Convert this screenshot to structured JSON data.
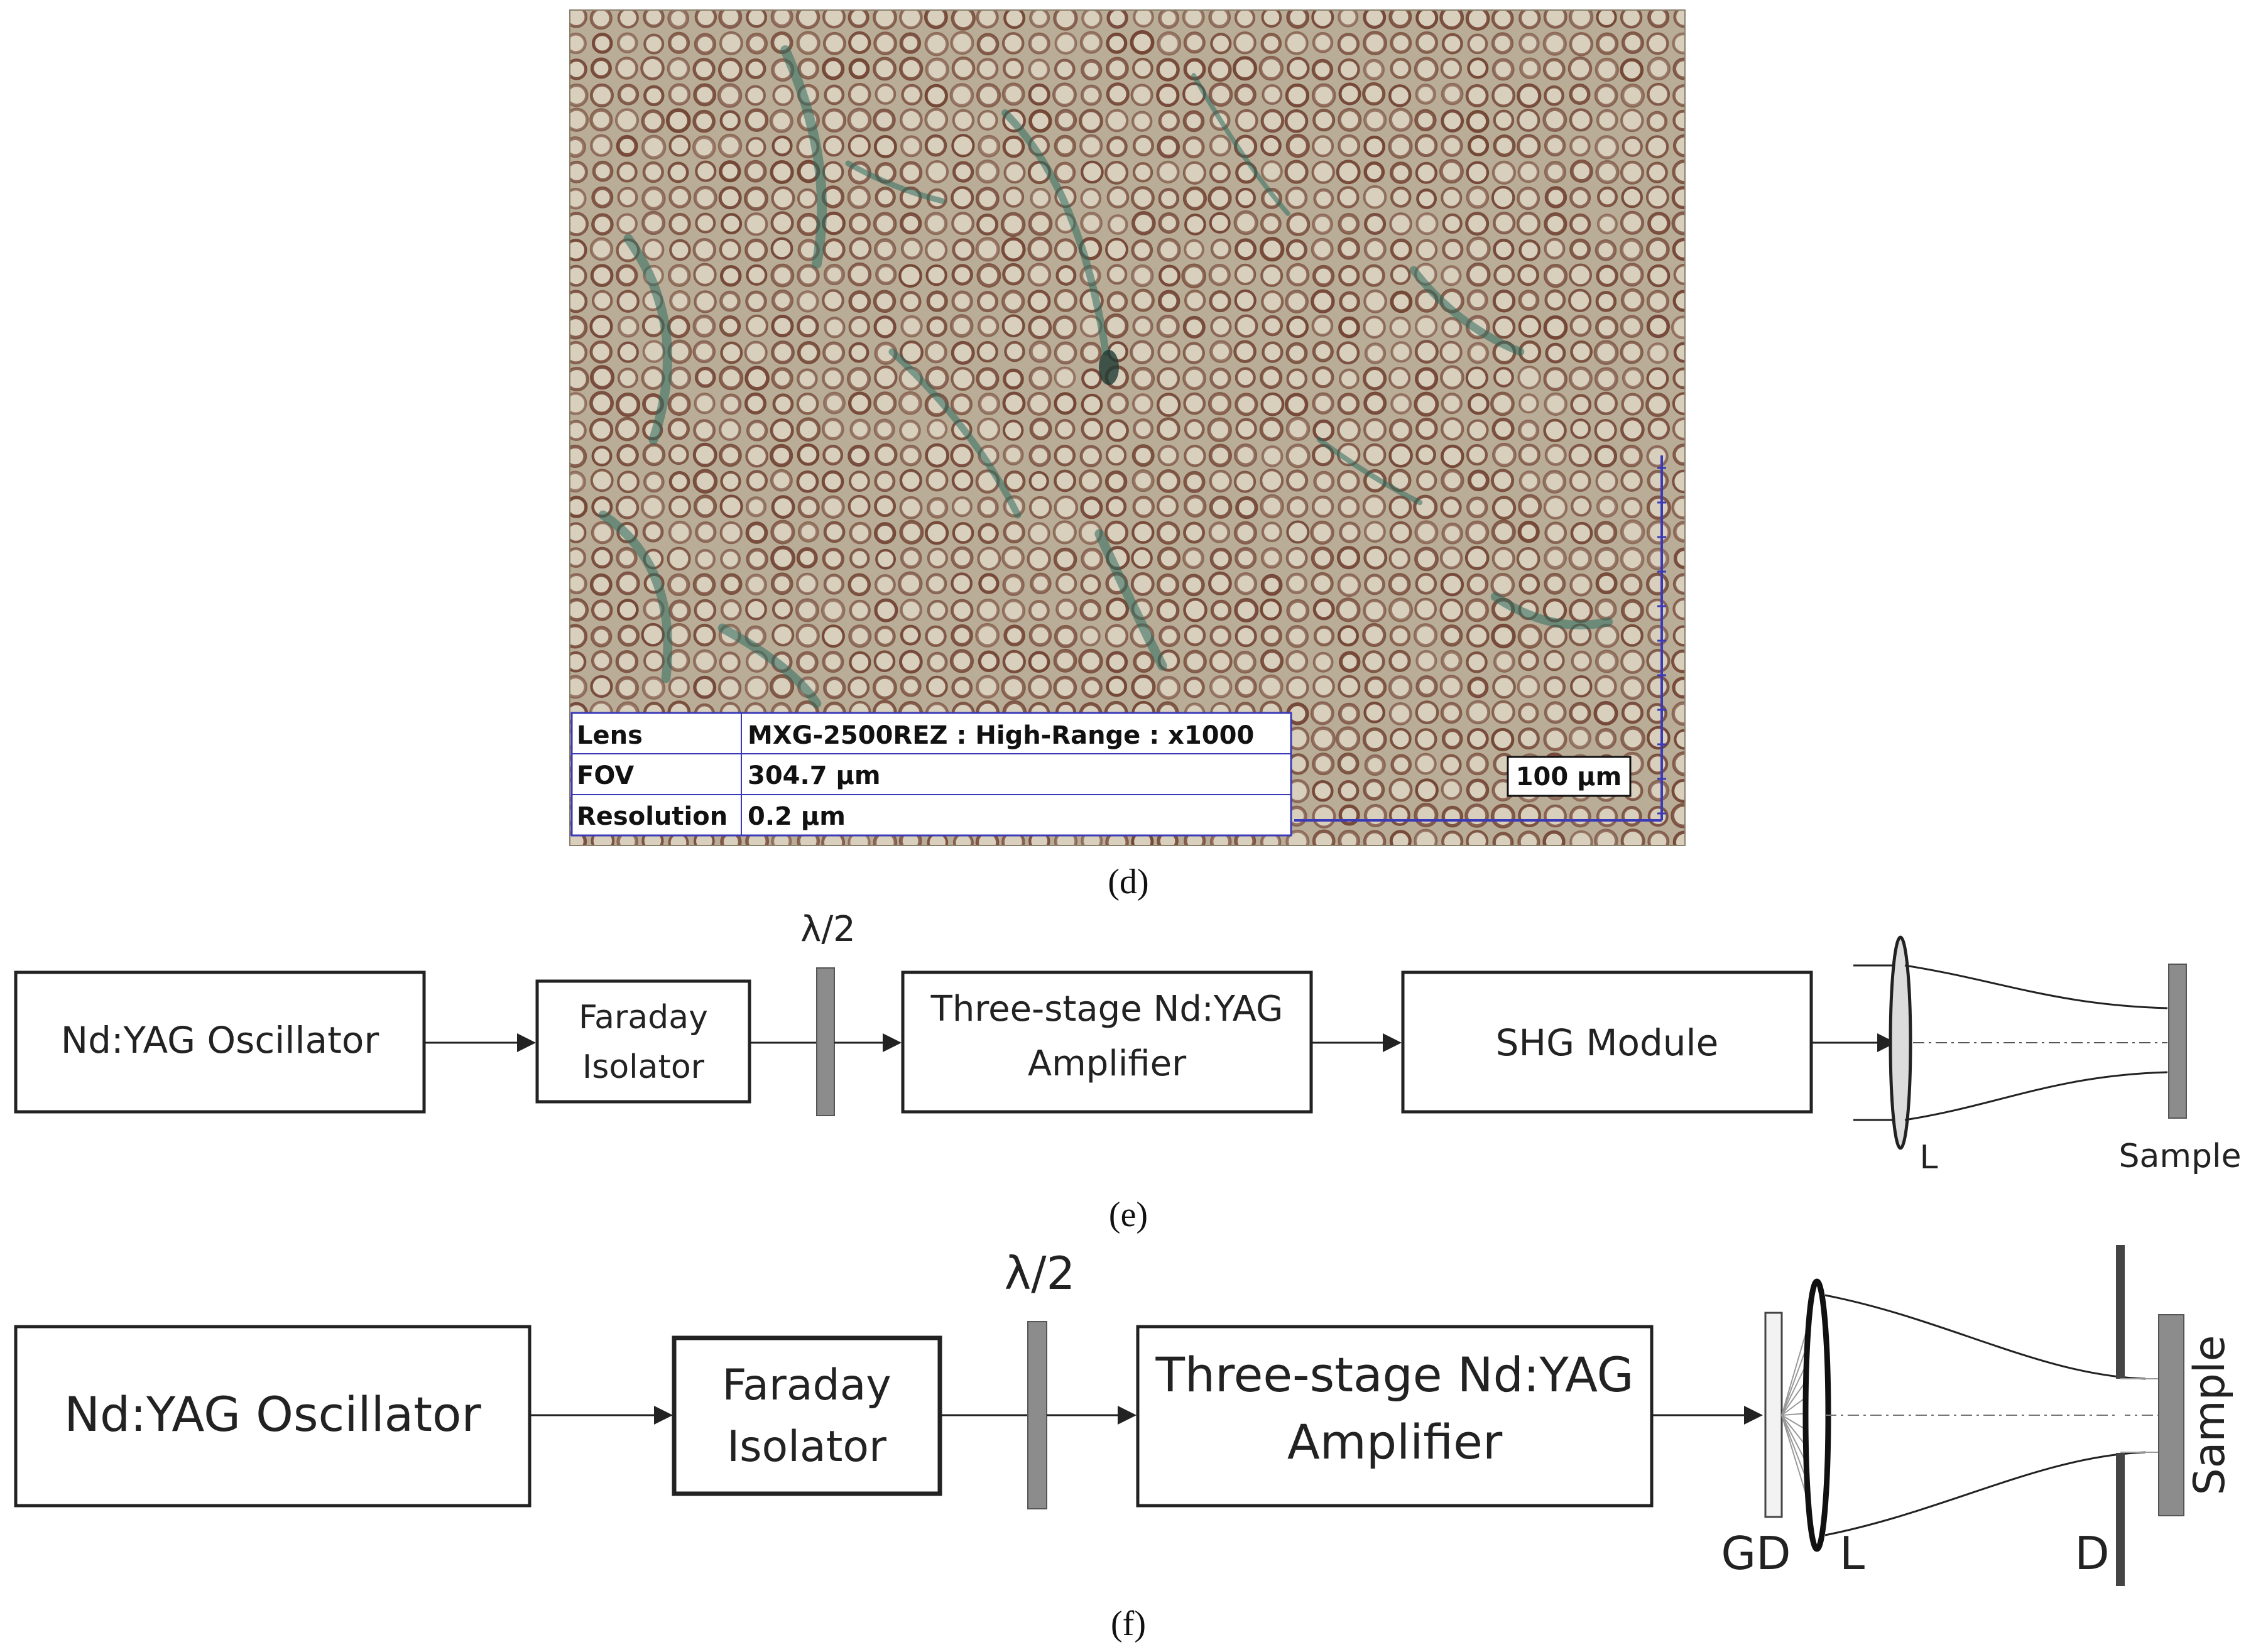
{
  "panel_d": {
    "label": "(d)",
    "info_table": {
      "rows": [
        {
          "key": "Lens",
          "value": "MXG-2500REZ : High-Range : x1000"
        },
        {
          "key": "FOV",
          "value": "304.7 µm"
        },
        {
          "key": "Resolution",
          "value": "0.2 µm"
        }
      ]
    },
    "scale_bar_label": "100 µm"
  },
  "panel_e": {
    "label": "(e)",
    "oscillator": "Nd:YAG Oscillator",
    "isolator_line1": "Faraday",
    "isolator_line2": "Isolator",
    "waveplate": "λ/2",
    "amplifier_line1": "Three-stage Nd:YAG",
    "amplifier_line2": "Amplifier",
    "shg": "SHG Module",
    "lens": "L",
    "sample": "Sample"
  },
  "panel_f": {
    "label": "(f)",
    "oscillator": "Nd:YAG Oscillator",
    "isolator_line1": "Faraday",
    "isolator_line2": "Isolator",
    "waveplate": "λ/2",
    "amplifier_line1": "Three-stage Nd:YAG",
    "amplifier_line2": "Amplifier",
    "gd": "GD",
    "lens": "L",
    "diaphragm": "D",
    "sample": "Sample"
  },
  "colors": {
    "micro_background": "#b9ad98",
    "micro_ring": "#6b3a2a",
    "micro_stain": "#2f6b5e",
    "table_border": "#3a3ab8",
    "scale_line": "#3a3ab8",
    "element_gray": "#8c8c8c"
  }
}
